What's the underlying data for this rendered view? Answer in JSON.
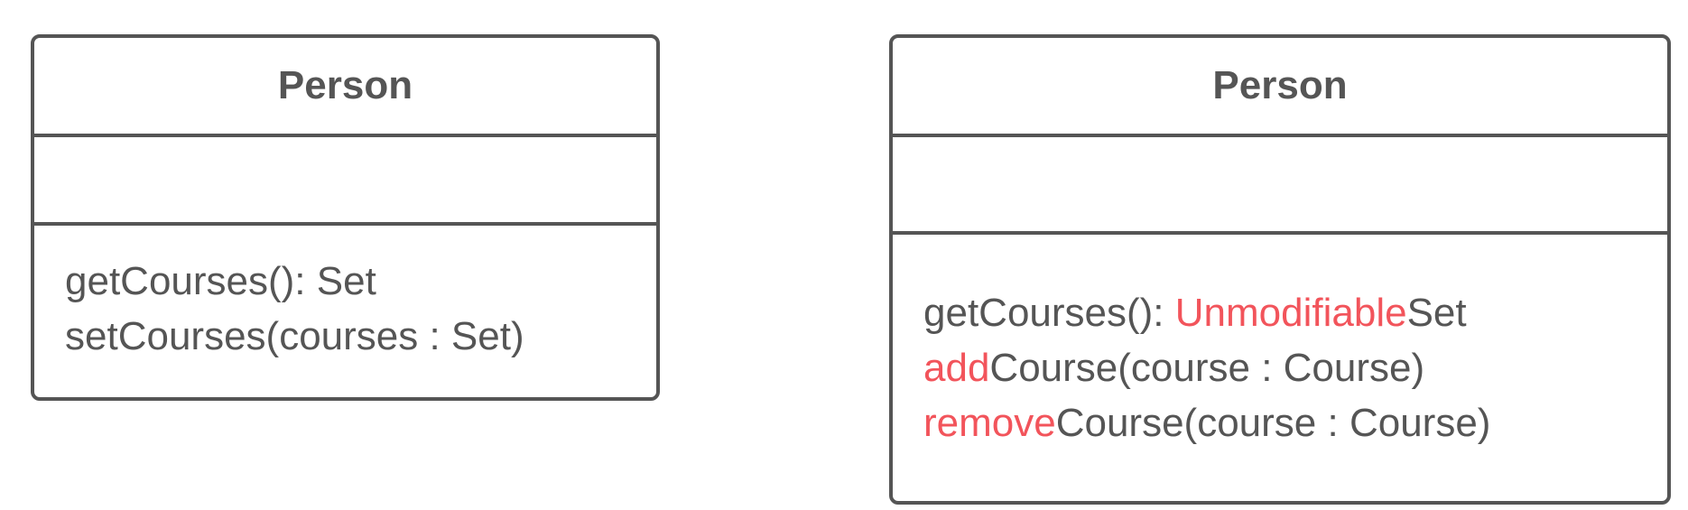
{
  "accent_color": "#f2545b",
  "text_color": "#555555",
  "left_class": {
    "name": "Person",
    "operations": [
      "getCourses(): Set",
      "setCourses(courses : Set)"
    ]
  },
  "right_class": {
    "name": "Person",
    "operations": [
      {
        "highlight": "",
        "before": "getCourses(): ",
        "mark": "Unmodifiable",
        "after": "Set"
      },
      {
        "mark": "add",
        "after": "Course(course : Course)"
      },
      {
        "mark": "remove",
        "after": "Course(course : Course)"
      }
    ]
  }
}
